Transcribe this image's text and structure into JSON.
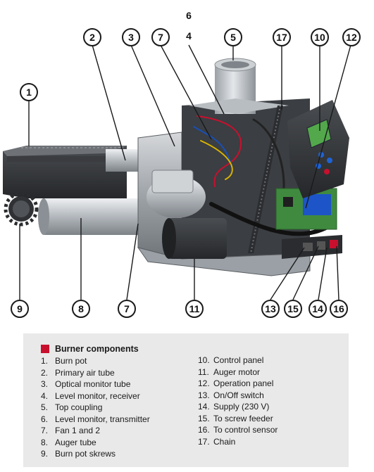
{
  "callouts": {
    "c1": "1",
    "c2": "2",
    "c3": "3",
    "c4": "4",
    "c5": "5",
    "c6": "6",
    "c7a": "7",
    "c7b": "7",
    "c8": "8",
    "c9": "9",
    "c10": "10",
    "c11": "11",
    "c12": "12",
    "c13": "13",
    "c14": "14",
    "c15": "15",
    "c16": "16",
    "c17": "17"
  },
  "legend": {
    "title": "Burner components",
    "accent_color": "#c8102e",
    "items_left": [
      {
        "num": "1.",
        "text": "Burn pot"
      },
      {
        "num": "2.",
        "text": "Primary air tube"
      },
      {
        "num": "3.",
        "text": "Optical monitor tube"
      },
      {
        "num": "4.",
        "text": "Level monitor, receiver"
      },
      {
        "num": "5.",
        "text": "Top coupling"
      },
      {
        "num": "6.",
        "text": "Level monitor, transmitter"
      },
      {
        "num": "7.",
        "text": "Fan 1 and 2"
      },
      {
        "num": "8.",
        "text": "Auger tube"
      },
      {
        "num": "9.",
        "text": "Burn pot skrews"
      }
    ],
    "items_right": [
      {
        "num": "10.",
        "text": "Control panel"
      },
      {
        "num": "11.",
        "text": "Auger motor"
      },
      {
        "num": "12.",
        "text": "Operation panel"
      },
      {
        "num": "13.",
        "text": "On/Off switch"
      },
      {
        "num": "14.",
        "text": "Supply (230 V)"
      },
      {
        "num": "15.",
        "text": "To screw feeder"
      },
      {
        "num": "16.",
        "text": "To control sensor"
      },
      {
        "num": "17.",
        "text": "Chain"
      }
    ]
  }
}
